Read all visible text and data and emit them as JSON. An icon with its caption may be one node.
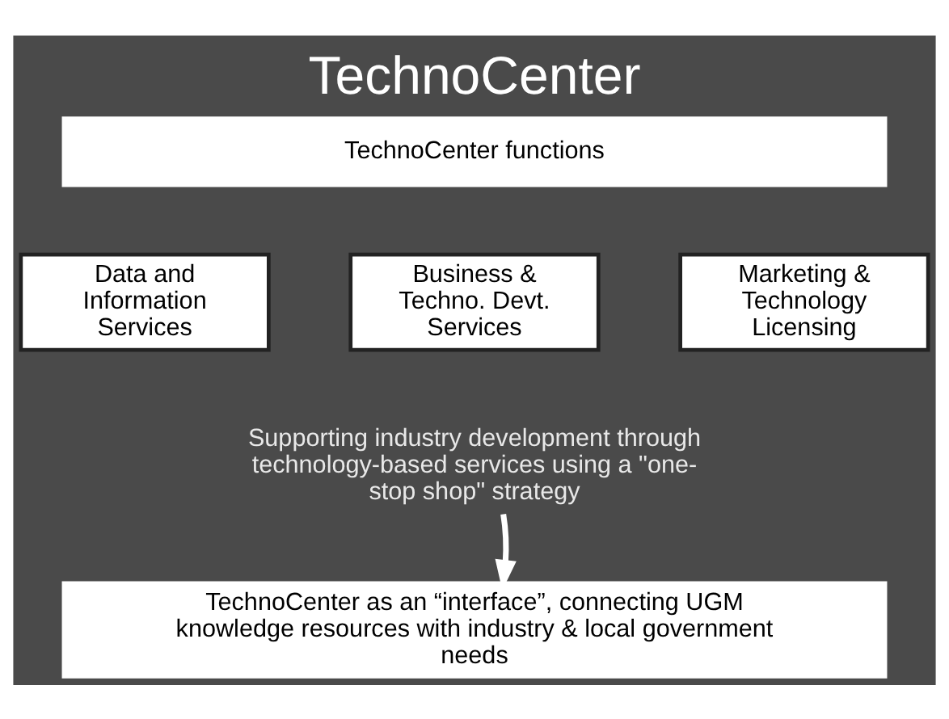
{
  "diagram": {
    "title": "TechnoCenter",
    "nodes": [
      {
        "text": [
          "TechnoCenter functions"
        ]
      },
      {
        "text": [
          "Data and Information Services"
        ]
      },
      {
        "text": [
          "Business & Techno. Devt. Services"
        ]
      },
      {
        "text": [
          "Marketing & Technology Licensing"
        ]
      },
      {
        "text": [
          "Supporting industry development through technology-based services using a \"one-stop shop\" strategy"
        ]
      },
      {
        "text": [
          "TechnoCenter as an “interface”, connecting UGM knowledge resources with industry & local government needs"
        ]
      }
    ],
    "edges": [
      {
        "from": 4,
        "to": 5,
        "arrow": "to"
      }
    ]
  }
}
